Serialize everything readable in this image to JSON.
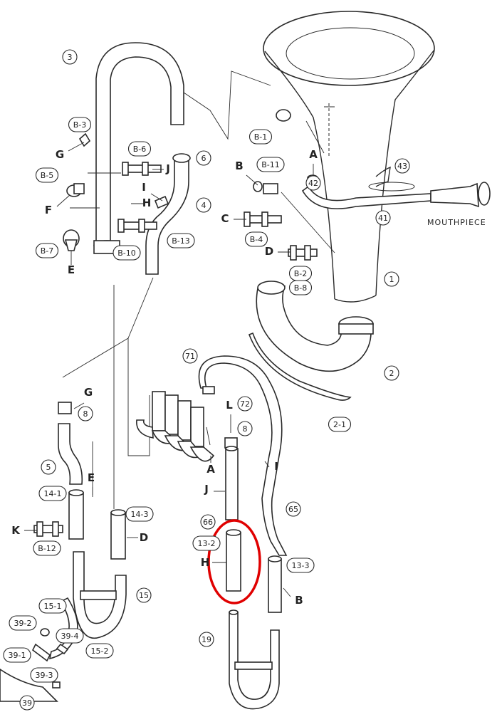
{
  "diagram": {
    "mouthpiece_caption": "MOUTHPIECE",
    "highlight_color": "#e00000",
    "ink_color": "#2a2a2a",
    "parts": [
      {
        "id": "p3",
        "label": "3"
      },
      {
        "id": "p6",
        "label": "6"
      },
      {
        "id": "p4",
        "label": "4"
      },
      {
        "id": "p1",
        "label": "1"
      },
      {
        "id": "p2",
        "label": "2"
      },
      {
        "id": "p2-1",
        "label": "2-1"
      },
      {
        "id": "p41",
        "label": "41"
      },
      {
        "id": "p42",
        "label": "42"
      },
      {
        "id": "p43",
        "label": "43"
      },
      {
        "id": "pB3",
        "label": "B-3"
      },
      {
        "id": "pB5",
        "label": "B-5"
      },
      {
        "id": "pB7",
        "label": "B-7"
      },
      {
        "id": "pB6",
        "label": "B-6"
      },
      {
        "id": "pB10",
        "label": "B-10"
      },
      {
        "id": "pB13",
        "label": "B-13"
      },
      {
        "id": "pB1",
        "label": "B-1"
      },
      {
        "id": "pB11",
        "label": "B-11"
      },
      {
        "id": "pB4",
        "label": "B-4"
      },
      {
        "id": "pB2",
        "label": "B-2"
      },
      {
        "id": "pB8",
        "label": "B-8"
      },
      {
        "id": "p8a",
        "label": "8"
      },
      {
        "id": "p5",
        "label": "5"
      },
      {
        "id": "p14-1",
        "label": "14-1"
      },
      {
        "id": "p14-3",
        "label": "14-3"
      },
      {
        "id": "pB12",
        "label": "B-12"
      },
      {
        "id": "p15",
        "label": "15"
      },
      {
        "id": "p15-1",
        "label": "15-1"
      },
      {
        "id": "p15-2",
        "label": "15-2"
      },
      {
        "id": "p39-2",
        "label": "39-2"
      },
      {
        "id": "p39-4",
        "label": "39-4"
      },
      {
        "id": "p39-1",
        "label": "39-1"
      },
      {
        "id": "p39-3",
        "label": "39-3"
      },
      {
        "id": "p39",
        "label": "39"
      },
      {
        "id": "p71",
        "label": "71"
      },
      {
        "id": "p72",
        "label": "72"
      },
      {
        "id": "p8b",
        "label": "8"
      },
      {
        "id": "p66",
        "label": "66"
      },
      {
        "id": "p65",
        "label": "65"
      },
      {
        "id": "p13-2",
        "label": "13-2"
      },
      {
        "id": "p13-3",
        "label": "13-3"
      },
      {
        "id": "p19",
        "label": "19"
      }
    ],
    "connection_letters": {
      "G_top": "G",
      "F": "F",
      "E_top": "E",
      "J_top": "J",
      "H_top": "H",
      "I_top": "I",
      "A_top": "A",
      "B_top": "B",
      "C": "C",
      "D_top": "D",
      "G_mid": "G",
      "L": "L",
      "A_mid": "A",
      "I_mid": "I",
      "J_mid": "J",
      "E_mid": "E",
      "K": "K",
      "D_mid": "D",
      "H_mid": "H",
      "B_mid": "B"
    }
  }
}
